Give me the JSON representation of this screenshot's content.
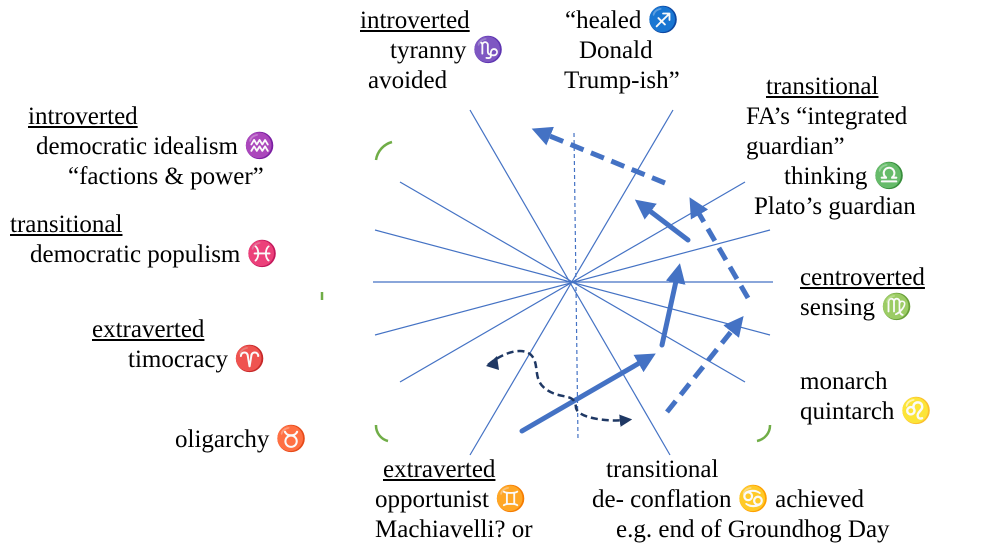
{
  "colors": {
    "spoke": "#4472c4",
    "arrow_solid": "#4472c4",
    "arrow_dashed": "#4472c4",
    "curve": "#1f3864",
    "green": "#70ad47",
    "text": "#000000"
  },
  "labels": {
    "top_left": {
      "heading": "introverted",
      "line1": "tyranny ♑",
      "line2": "avoided"
    },
    "top_center": {
      "line1": "“healed ♐",
      "line2": "Donald",
      "line3": "Trump-ish”"
    },
    "top_right": {
      "heading": "transitional",
      "line1": "FA’s “integrated",
      "line2": "guardian”",
      "line3": "thinking ♎",
      "line4": "Plato’s guardian"
    },
    "left_upper": {
      "heading": "introverted",
      "line1": "democratic idealism ♒",
      "line2": "“factions & power”"
    },
    "left_mid": {
      "heading": "transitional",
      "line1": "democratic populism ♓"
    },
    "left_lower": {
      "heading": "extraverted",
      "line1": "timocracy ♈"
    },
    "left_bottom": {
      "line1": "oligarchy ♉"
    },
    "right_mid": {
      "heading": "centroverted",
      "line1": "sensing ♍"
    },
    "right_lower": {
      "line1": "monarch",
      "line2": "quintarch ♌"
    },
    "bottom_left": {
      "heading": "extraverted ",
      "line1": "opportunist ♊",
      "line2": "Machiavelli? or"
    },
    "bottom_right": {
      "line1": "transitional",
      "line2": "de- conflation ♋ achieved",
      "line3": "e.g. end of Groundhog Day"
    }
  }
}
